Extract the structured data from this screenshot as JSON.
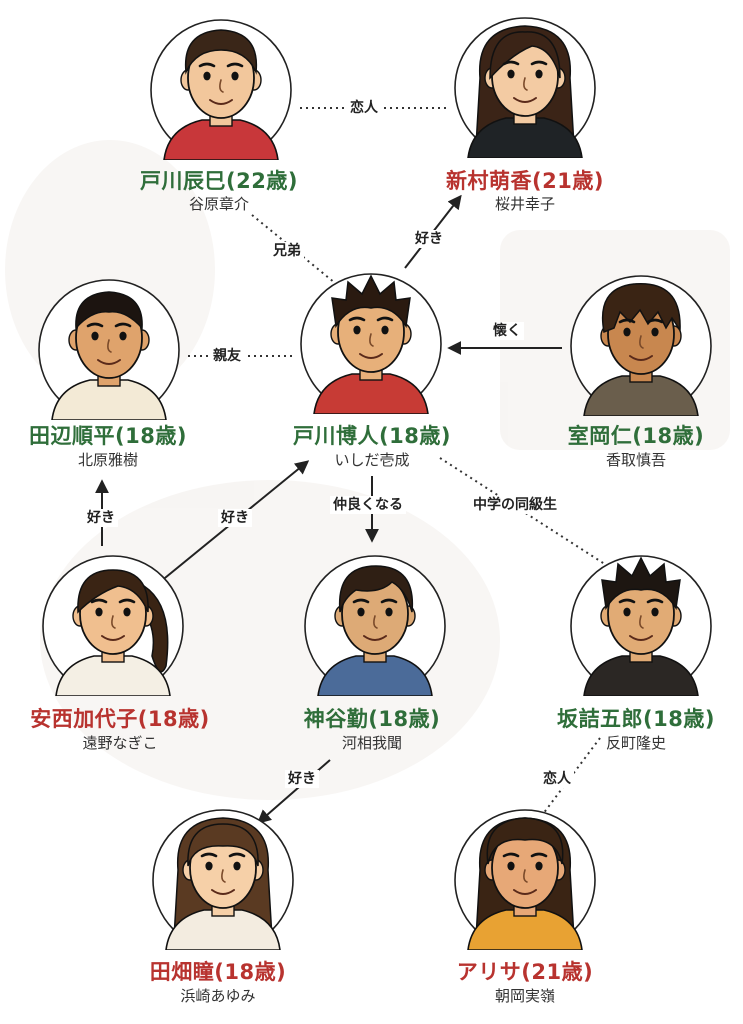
{
  "people": {
    "tatsumi": {
      "name": "戸川辰巳(22歳)",
      "actor": "谷原章介",
      "name_color": "#2f6e3a",
      "skin": "#f2c79c",
      "hair": "#3a2618",
      "shirt": "#c8373a",
      "hair_style": "short"
    },
    "moeka": {
      "name": "新村萌香(21歳)",
      "actor": "桜井幸子",
      "name_color": "#b8332f",
      "skin": "#f3cba3",
      "hair": "#3b2417",
      "shirt": "#1f2326",
      "hair_style": "long"
    },
    "hiroto": {
      "name": "戸川博人(18歳)",
      "actor": "いしだ壱成",
      "name_color": "#2f6e3a",
      "skin": "#e7b07a",
      "hair": "#2a1a10",
      "shirt": "#c73b35",
      "hair_style": "spiky"
    },
    "junpei": {
      "name": "田辺順平(18歳)",
      "actor": "北原雅樹",
      "name_color": "#2f6e3a",
      "skin": "#dfa36c",
      "hair": "#1c1410",
      "shirt": "#f3ead6",
      "hair_style": "buzz"
    },
    "jin": {
      "name": "室岡仁(18歳)",
      "actor": "香取慎吾",
      "name_color": "#2f6e3a",
      "skin": "#c8874f",
      "hair": "#3a2414",
      "shirt": "#6a5e4c",
      "hair_style": "messy"
    },
    "kayoko": {
      "name": "安西加代子(18歳)",
      "actor": "遠野なぎこ",
      "name_color": "#b8332f",
      "skin": "#f0bf8f",
      "hair": "#3a2414",
      "shirt": "#f4efe4",
      "hair_style": "ponytail"
    },
    "isamu": {
      "name": "神谷勤(18歳)",
      "actor": "河相我聞",
      "name_color": "#2f6e3a",
      "skin": "#ddaa76",
      "hair": "#2f1f14",
      "shirt": "#4b6b99",
      "hair_style": "parted"
    },
    "goro": {
      "name": "坂詰五郎(18歳)",
      "actor": "反町隆史",
      "name_color": "#2f6e3a",
      "skin": "#e1ab75",
      "hair": "#1d1611",
      "shirt": "#2b2724",
      "hair_style": "spiky"
    },
    "hitomi": {
      "name": "田畑瞳(18歳)",
      "actor": "浜崎あゆみ",
      "name_color": "#b8332f",
      "skin": "#f6d0a8",
      "hair": "#5a3a22",
      "shirt": "#f3ece0",
      "hair_style": "bob"
    },
    "arisa": {
      "name": "アリサ(21歳)",
      "actor": "朝岡実嶺",
      "name_color": "#b8332f",
      "skin": "#e7a877",
      "hair": "#3a2414",
      "shirt": "#e8a233",
      "hair_style": "curly"
    }
  },
  "relations": {
    "lovers_top": "恋人",
    "brothers": "兄弟",
    "likes_moeka": "好き",
    "best_friends": "親友",
    "admires": "懐く",
    "kayoko_to_junpei": "好き",
    "kayoko_to_hiroto": "好き",
    "become_friends": "仲良くなる",
    "classmates": "中学の同級生",
    "isamu_to_hitomi": "好き",
    "lovers_bottom": "恋人"
  }
}
